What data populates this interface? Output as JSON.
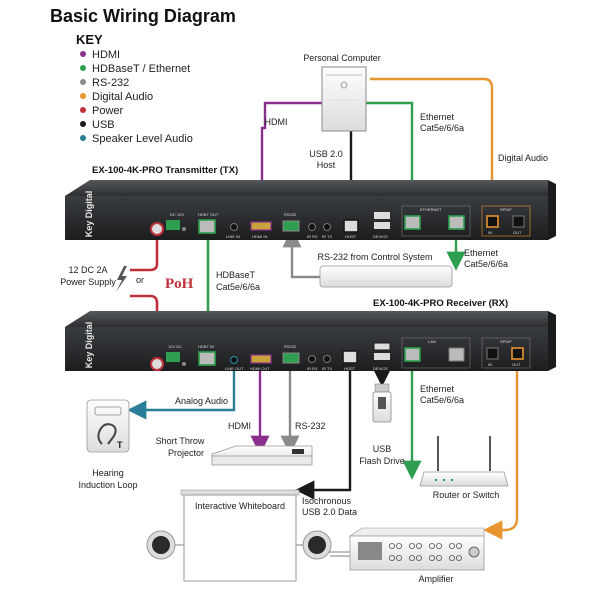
{
  "title": "Basic Wiring Diagram",
  "key": {
    "heading": "KEY",
    "items": [
      {
        "label": "HDMI",
        "color": "#8b2f8f"
      },
      {
        "label": "HDBaseT / Ethernet",
        "color": "#2e9e4f"
      },
      {
        "label": "RS-232",
        "color": "#8a8a8a"
      },
      {
        "label": "Digital Audio",
        "color": "#e8952f"
      },
      {
        "label": "Power",
        "color": "#c0303a"
      },
      {
        "label": "USB",
        "color": "#1a1a1a"
      },
      {
        "label": "Speaker Level Audio",
        "color": "#2a7f98"
      }
    ]
  },
  "devices": {
    "transmitter_name": "EX-100-4K-PRO Transmitter (TX)",
    "receiver_name": "EX-100-4K-PRO Receiver (RX)",
    "pc": "Personal Computer",
    "projector_line1": "Short Throw",
    "projector_line2": "Projector",
    "hearing_line1": "Hearing",
    "hearing_line2": "Induction Loop",
    "whiteboard": "Interactive Whiteboard",
    "flash_line1": "USB",
    "flash_line2": "Flash Drive",
    "router": "Router or Switch",
    "amplifier": "Amplifier",
    "control_system": "RS-232 from Control System",
    "psu_line1": "12 DC 2A",
    "psu_line2": "Power Supply",
    "or": "or",
    "poh": "PoH",
    "brand": "Key Digital"
  },
  "labels": {
    "hdmi_top": "HDMI",
    "usb_host_line1": "USB 2.0",
    "usb_host_line2": "Host",
    "eth_pc_line1": "Ethernet",
    "eth_pc_line2": "Cat5e/6/6a",
    "digital_audio": "Digital Audio",
    "eth_tx_line1": "Ethernet",
    "eth_tx_line2": "Cat5e/6/6a",
    "hdbaset_line1": "HDBaseT",
    "hdbaset_line2": "Cat5e/6/6a",
    "analog_audio": "Analog Audio",
    "hdmi_proj": "HDMI",
    "rs232_proj": "RS-232",
    "eth_rx_line1": "Ethernet",
    "eth_rx_line2": "Cat5e/6/6a",
    "iso_line1": "Isochronous",
    "iso_line2": "USB 2.0 Data"
  },
  "ports": {
    "tx_dc": "DC 12V",
    "tx_hdbt": "HDBT OUT",
    "tx_line": "LINE IN",
    "tx_hdmi": "HDMI IN",
    "tx_rs232": "RS232",
    "tx_irrx": "IR RX",
    "tx_irtx": "IR TX",
    "tx_host": "HOST",
    "tx_device": "DEVICE",
    "tx_ethernet": "ETHERNET",
    "tx_spdif": "SPDIF",
    "tx_in": "IN",
    "tx_out": "OUT",
    "rx_dc": "12V DC",
    "rx_hdbt": "HDBT IN",
    "rx_line": "LINE OUT",
    "rx_hdmi": "HDMI OUT",
    "rx_rs232": "RS232",
    "rx_irrx": "IR RX",
    "rx_irtx": "IR TX",
    "rx_host": "HOST",
    "rx_device": "DEVICE",
    "rx_lan": "LAN",
    "rx_spdif": "SPDIF",
    "rx_in": "IN",
    "rx_out": "OUT"
  }
}
